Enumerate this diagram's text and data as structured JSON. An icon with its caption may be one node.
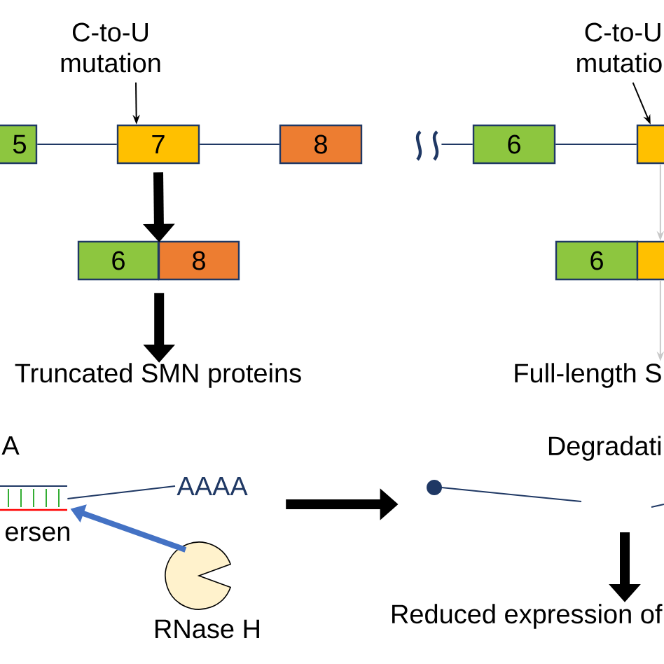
{
  "diagram": {
    "nodes": [
      {
        "text": [
          "C-to-U mutation"
        ]
      },
      {
        "text": [
          "5"
        ]
      },
      {
        "text": [
          "7"
        ]
      },
      {
        "text": [
          "8"
        ]
      },
      {
        "text": [
          "6"
        ]
      },
      {
        "text": [
          "8"
        ]
      },
      {
        "text": [
          "Truncated SMN proteins"
        ]
      },
      {
        "text": [
          "C-to-U mutatio"
        ]
      },
      {
        "text": [],
        "shape": "squiggle"
      },
      {
        "text": [
          "6"
        ]
      },
      {
        "text": [],
        "shape": "box"
      },
      {
        "text": [
          "6"
        ]
      },
      {
        "text": [],
        "shape": "box"
      },
      {
        "text": [
          "Full-length S"
        ]
      },
      {
        "text": [],
        "shape": "bar"
      },
      {
        "text": [
          "AAAA"
        ]
      },
      {
        "text": [
          "ersen"
        ]
      },
      {
        "text": [],
        "shape": "picture",
        "beside": [
          "RNase H"
        ]
      },
      {
        "text": [],
        "shape": "circle"
      },
      {
        "text": [
          "Reduced expression of"
        ]
      }
    ],
    "edges": [
      {
        "from": 0,
        "to": 2,
        "arrow": "to"
      },
      {
        "from": 1,
        "to": 2,
        "arrow": "none",
        "color": "#1f3864"
      },
      {
        "from": 2,
        "to": 3,
        "arrow": "none",
        "color": "#1f3864"
      },
      {
        "from": 2,
        "to": 4,
        "arrow": "to",
        "style": "thick"
      },
      {
        "from": 4,
        "to": 6,
        "arrow": "to",
        "style": "thick"
      },
      {
        "from": 8,
        "to": 9,
        "arrow": "none",
        "color": "#1f3864"
      },
      {
        "from": 7,
        "to": 10,
        "arrow": "to"
      },
      {
        "from": 9,
        "to": 10,
        "arrow": "none",
        "color": "#1f3864"
      },
      {
        "from": 10,
        "to": 12,
        "arrow": "to",
        "color": "#c8c8c8"
      },
      {
        "from": 12,
        "to": 13,
        "arrow": "to",
        "color": "#c8c8c8"
      },
      {
        "from": 14,
        "to": 15,
        "arrow": "none",
        "color": "#1f3864"
      },
      {
        "from": 17,
        "to": 14,
        "arrow": "to",
        "style": "thick",
        "color": "#4472c4"
      },
      {
        "from": 15,
        "to": 18,
        "arrow": "to",
        "style": "thick"
      },
      {
        "from": null,
        "to": 19,
        "arrow": "to",
        "style": "thick"
      }
    ],
    "labels": [
      "A",
      "Degradati"
    ]
  }
}
